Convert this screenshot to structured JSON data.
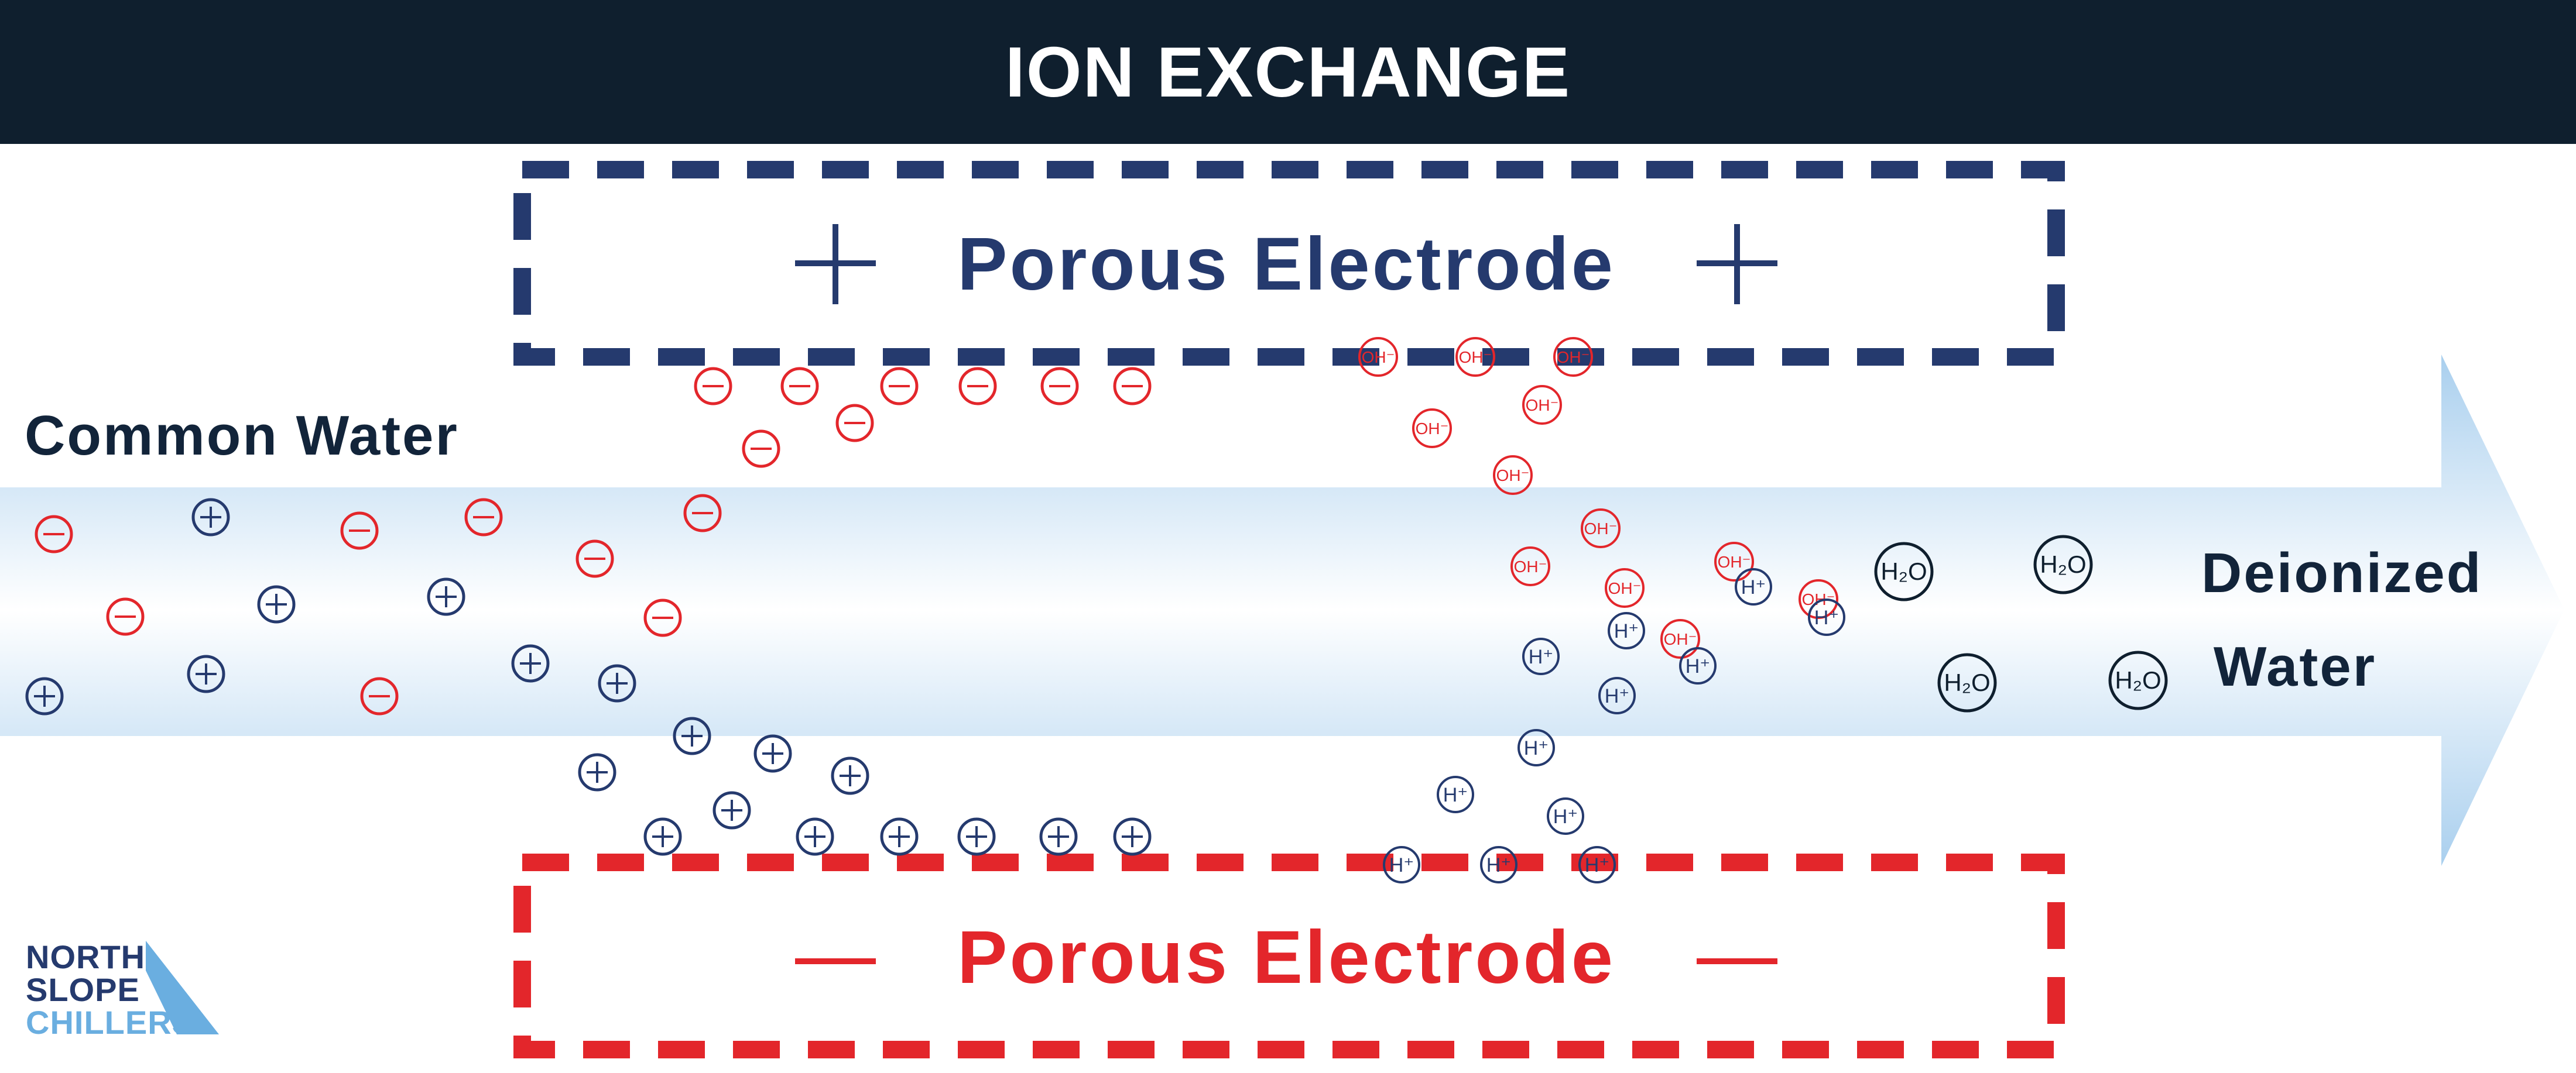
{
  "header": {
    "title": "ION EXCHANGE"
  },
  "labels": {
    "input": "Common Water",
    "output_line1": "Deionized",
    "output_line2": "Water"
  },
  "electrodes": {
    "positive": {
      "label": "Porous Electrode",
      "sign": "+",
      "color": "#253a6e"
    },
    "negative": {
      "label": "Porous Electrode",
      "sign": "—",
      "color": "#e3262b"
    }
  },
  "ions": {
    "cation": "+",
    "anion": "−",
    "hydroxide": "OH⁻",
    "hydrogen": "H⁺",
    "water": "H₂O"
  },
  "logo": {
    "line1": "NORTH",
    "line2": "SLOPE",
    "line3": "CHILLERS"
  },
  "colors": {
    "header_bg": "#0f1f2e",
    "navy": "#253a6e",
    "red": "#e3262b",
    "flow_light": "#ffffff",
    "flow_blue": "#9cc8ea",
    "logo_dark": "#253a6e",
    "logo_light": "#6aaee0"
  }
}
